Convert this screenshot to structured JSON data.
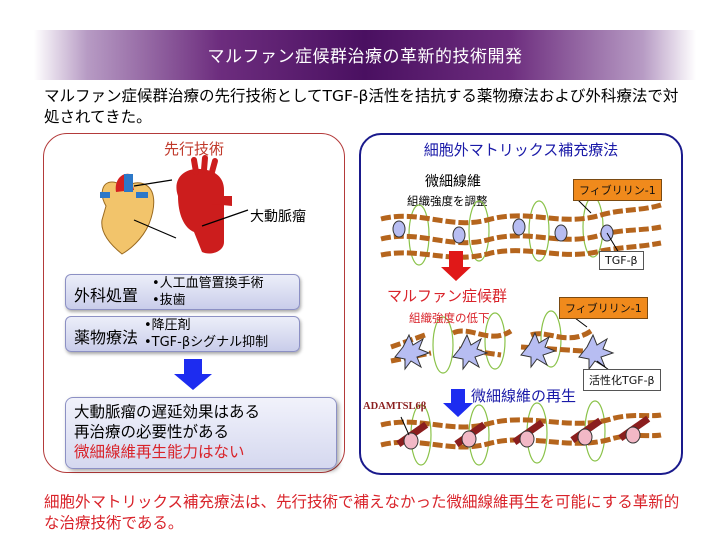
{
  "slide": {
    "title": "マルファン症候群治療の革新的技術開発",
    "intro": "マルファン症候群治療の先行技術としてTGF-β活性を拮抗する薬物療法および外科療法で対処されてきた。",
    "footer": "細胞外マトリックス補充療法は、先行技術で補えなかった微細線維再生を可能にする革新的な治療技術である。"
  },
  "left_panel": {
    "title": "先行技術",
    "aorta_label": "大動脈瘤",
    "surgery": {
      "label": "外科処置",
      "items": [
        "•人工血管置換手術",
        "•抜歯"
      ]
    },
    "drug": {
      "label": "薬物療法",
      "items": [
        "•降圧剤",
        "•TGF-βシグナル抑制"
      ]
    },
    "result": {
      "line1": "大動脈瘤の遅延効果はある",
      "line2": "再治療の必要性がある",
      "line3": "微細線維再生能力はない"
    }
  },
  "right_panel": {
    "title": "細胞外マトリックス補充療法",
    "stage1": {
      "title": "微細線維",
      "subtitle": "組織強度を調整",
      "tag_fibrillin": "フィブリリン-1",
      "tag_tgf": "TGF-β"
    },
    "stage2": {
      "title": "マルファン症候群",
      "subtitle": "組織強度の低下",
      "tag_fibrillin": "フィブリリン-1",
      "tag_tgf": "活性化TGF-β"
    },
    "stage3": {
      "title": "微細線維の再生",
      "tag_adamts": "ADAMTSL6β"
    }
  },
  "colors": {
    "accent_purple": "#4a1061",
    "red_text": "#d9232a",
    "blue_border": "#1a1a8c",
    "orange_tag": "#f08a1c"
  }
}
